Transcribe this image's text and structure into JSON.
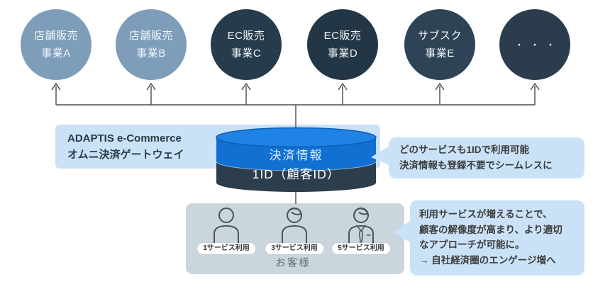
{
  "services": [
    {
      "line1": "店舗販売",
      "line2": "事業A",
      "color": "#7d9db9"
    },
    {
      "line1": "店舗販売",
      "line2": "事業B",
      "color": "#7d9db9"
    },
    {
      "line1": "EC販売",
      "line2": "事業C",
      "color": "#263b4c"
    },
    {
      "line1": "EC販売",
      "line2": "事業D",
      "color": "#223645"
    },
    {
      "line1": "サブスク",
      "line2": "事業E",
      "color": "#2e4456"
    },
    {
      "line1": "・・・",
      "line2": "",
      "color": "#2b3d4d"
    }
  ],
  "gateway": {
    "line1": "ADAPTIS e-Commerce",
    "line2": "オムニ決済ゲートウェイ",
    "bg": "#c9e2f7"
  },
  "database": {
    "payment_label": "決済情報",
    "id_label": "1ID（顧客ID）",
    "top_color": "#1e83e4",
    "top_rim_color": "#0d5cb7",
    "body_color": "#1170d2",
    "base_color": "#2c3e4c"
  },
  "callouts": {
    "gateway": {
      "bg": "#c9e2f7",
      "lines": [
        "どのサービスも1IDで利用可能",
        "決済情報も登録不要でシームレスに"
      ]
    },
    "customer": {
      "bg": "#c9e2f7",
      "lines": [
        "利用サービスが増えることで、",
        "顧客の解像度が高まり、より適切",
        "なアプローチが可能に。",
        "→ 自社経済圏のエンゲージ増へ"
      ]
    }
  },
  "customers": {
    "bg": "#cbd5dc",
    "title": "お客様",
    "personas": [
      {
        "label": "1サービス利用",
        "icon": "person-basic-icon"
      },
      {
        "label": "3サービス利用",
        "icon": "person-casual-icon"
      },
      {
        "label": "5サービス利用",
        "icon": "person-suit-icon"
      }
    ]
  },
  "connector_color": "#4a4a4a"
}
